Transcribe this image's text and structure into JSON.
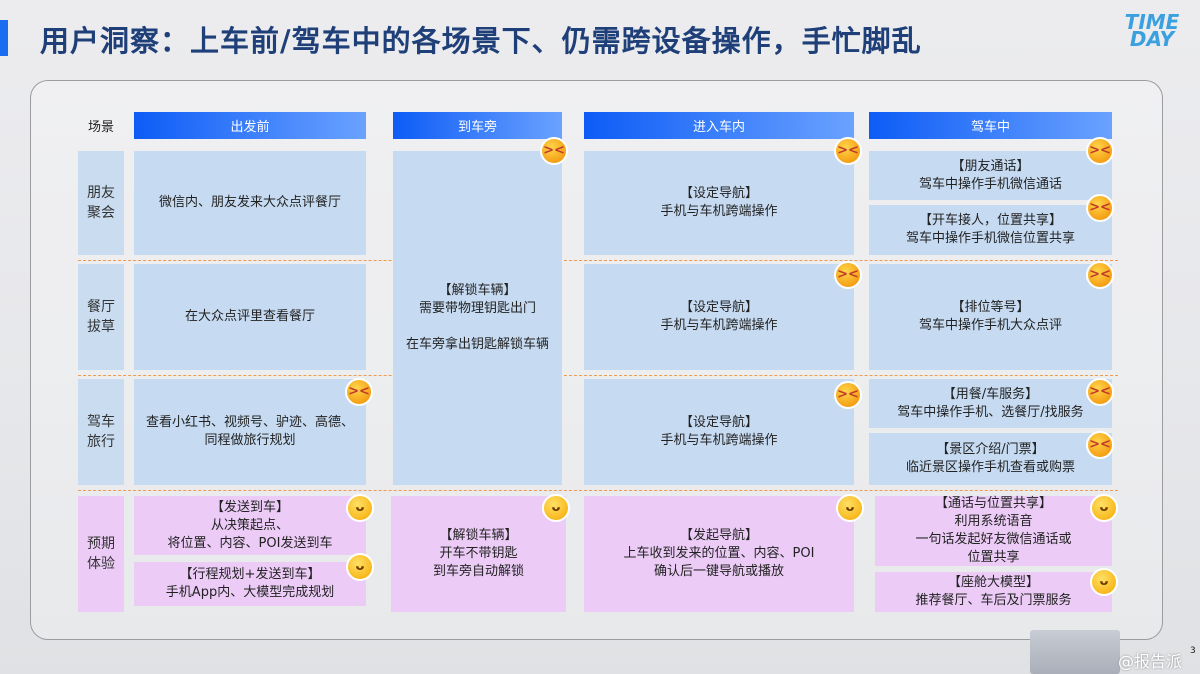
{
  "title": "用户洞察：上车前/驾车中的各场景下、仍需跨设备操作，手忙脚乱",
  "logo": "TIME DAY",
  "scene_label": "场景",
  "columns": [
    "出发前",
    "到车旁",
    "进入车内",
    "驾车中"
  ],
  "rows": [
    "朋友\n聚会",
    "餐厅\n拔草",
    "驾车\n旅行",
    "预期\n体验"
  ],
  "cells": {
    "r1c1": "微信内、朋友发来大众点评餐厅",
    "r2c1": "在大众点评里查看餐厅",
    "r3c1": "查看小红书、视频号、驴迹、高德、\n同程做旅行规划",
    "c2": "【解锁车辆】\n需要带物理钥匙出门\n\n在车旁拿出钥匙解锁车辆",
    "r1c3": "【设定导航】\n手机与车机跨端操作",
    "r2c3": "【设定导航】\n手机与车机跨端操作",
    "r3c3": "【设定导航】\n手机与车机跨端操作",
    "r1c4a": "【朋友通话】\n驾车中操作手机微信通话",
    "r1c4b": "【开车接人，位置共享】\n驾车中操作手机微信位置共享",
    "r2c4": "【排位等号】\n驾车中操作手机大众点评",
    "r3c4a": "【用餐/车服务】\n驾车中操作手机、选餐厅/找服务",
    "r3c4b": "【景区介绍/门票】\n临近景区操作手机查看或购票",
    "r4c1a": "【发送到车】\n从决策起点、\n将位置、内容、POI发送到车",
    "r4c1b": "【行程规划+发送到车】\n手机App内、大模型完成规划",
    "r4c2": "【解锁车辆】\n开车不带钥匙\n到车旁自动解锁",
    "r4c3": "【发起导航】\n上车收到发来的位置、内容、POI\n确认后一键导航或播放",
    "r4c4a": "【通话与位置共享】\n利用系统语音\n一句话发起好友微信通话或\n位置共享",
    "r4c4b": "【座舱大模型】\n推荐餐厅、车后及门票服务"
  },
  "emoji": {
    "angry": "><",
    "smile": "ᴗ"
  },
  "watermark": "@报告派",
  "page_number": "3"
}
